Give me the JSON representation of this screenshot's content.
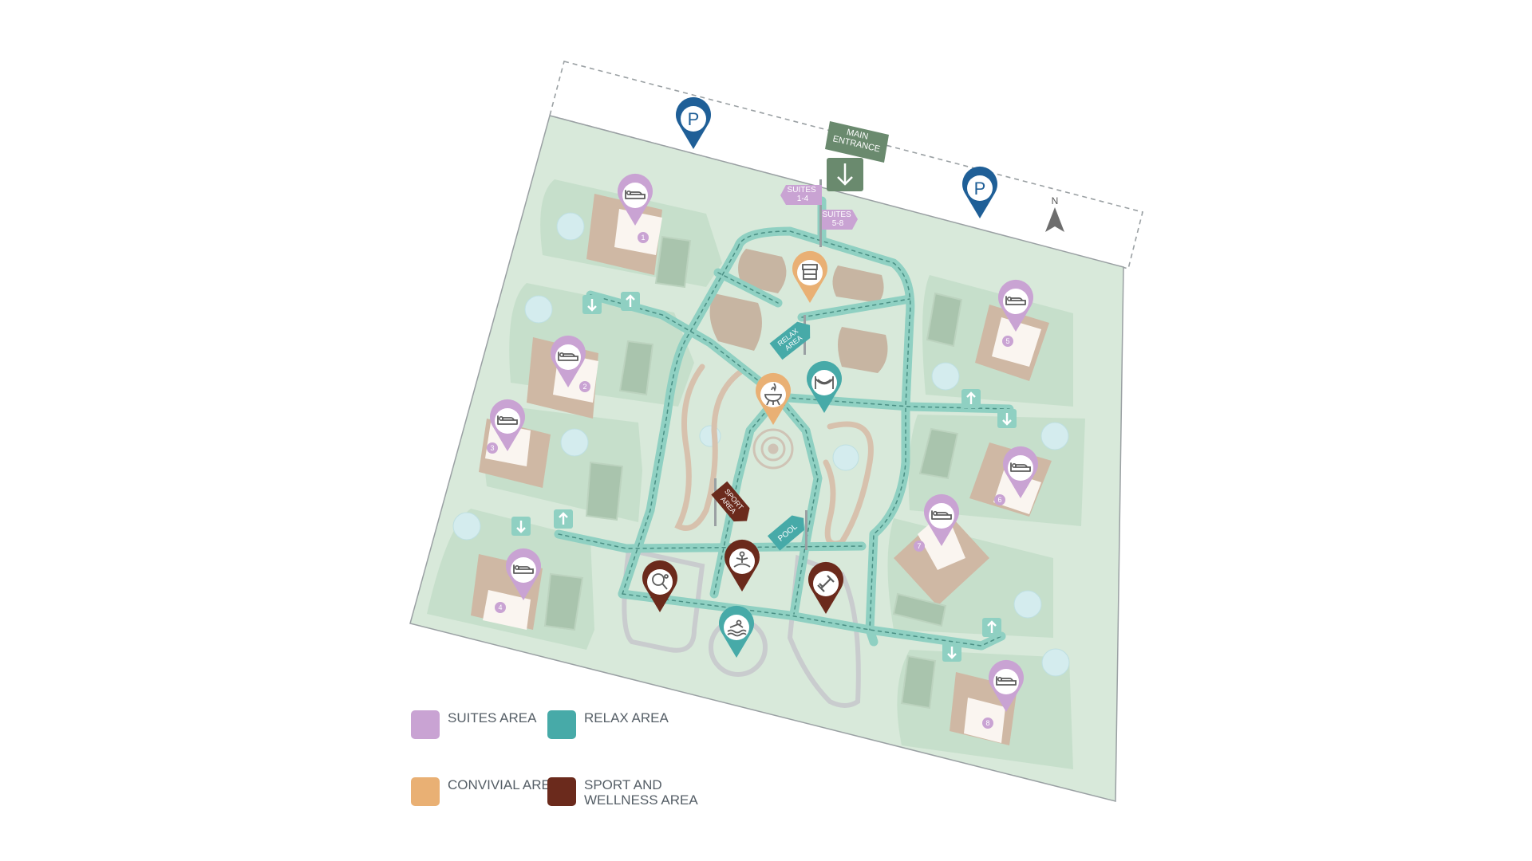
{
  "colors": {
    "suites": "#c9a3d3",
    "relax": "#47aaa8",
    "convivial": "#e9b074",
    "sport": "#6b2a1c",
    "parking": "#1f5f97",
    "entrance_sign": "#6a8a6e",
    "ground": "#d8e9da",
    "zone": "#c6dfcb",
    "path": "#8fd0c2",
    "building": "#cfb8a4"
  },
  "map": {
    "main_entrance": "MAIN ENTRANCE",
    "suites_sign_1": "SUITES 1-4",
    "suites_sign_2": "SUITES 5-8",
    "relax_area_sign": "RELAX AREA",
    "sport_area_sign": "SPORT AREA",
    "pool_sign": "POOL",
    "north_label": "N",
    "parking_label": "P",
    "suite_numbers": [
      "1",
      "2",
      "3",
      "4",
      "5",
      "6",
      "7",
      "8"
    ],
    "markers": [
      {
        "category": "parking",
        "icon": "parking-icon"
      },
      {
        "category": "parking",
        "icon": "parking-icon"
      },
      {
        "category": "suites",
        "icon": "bed-icon"
      },
      {
        "category": "convivial",
        "icon": "kiosk-icon"
      },
      {
        "category": "convivial",
        "icon": "barbecue-icon"
      },
      {
        "category": "relax",
        "icon": "hammock-icon"
      },
      {
        "category": "relax",
        "icon": "swimming-icon"
      },
      {
        "category": "sport",
        "icon": "ping-pong-icon"
      },
      {
        "category": "sport",
        "icon": "yoga-icon"
      },
      {
        "category": "sport",
        "icon": "dumbbell-icon"
      }
    ]
  },
  "legend": {
    "suites": "SUITES AREA",
    "relax": "RELAX AREA",
    "convivial": "CONVIVIAL AREA",
    "sport": "SPORT AND WELLNESS AREA"
  }
}
